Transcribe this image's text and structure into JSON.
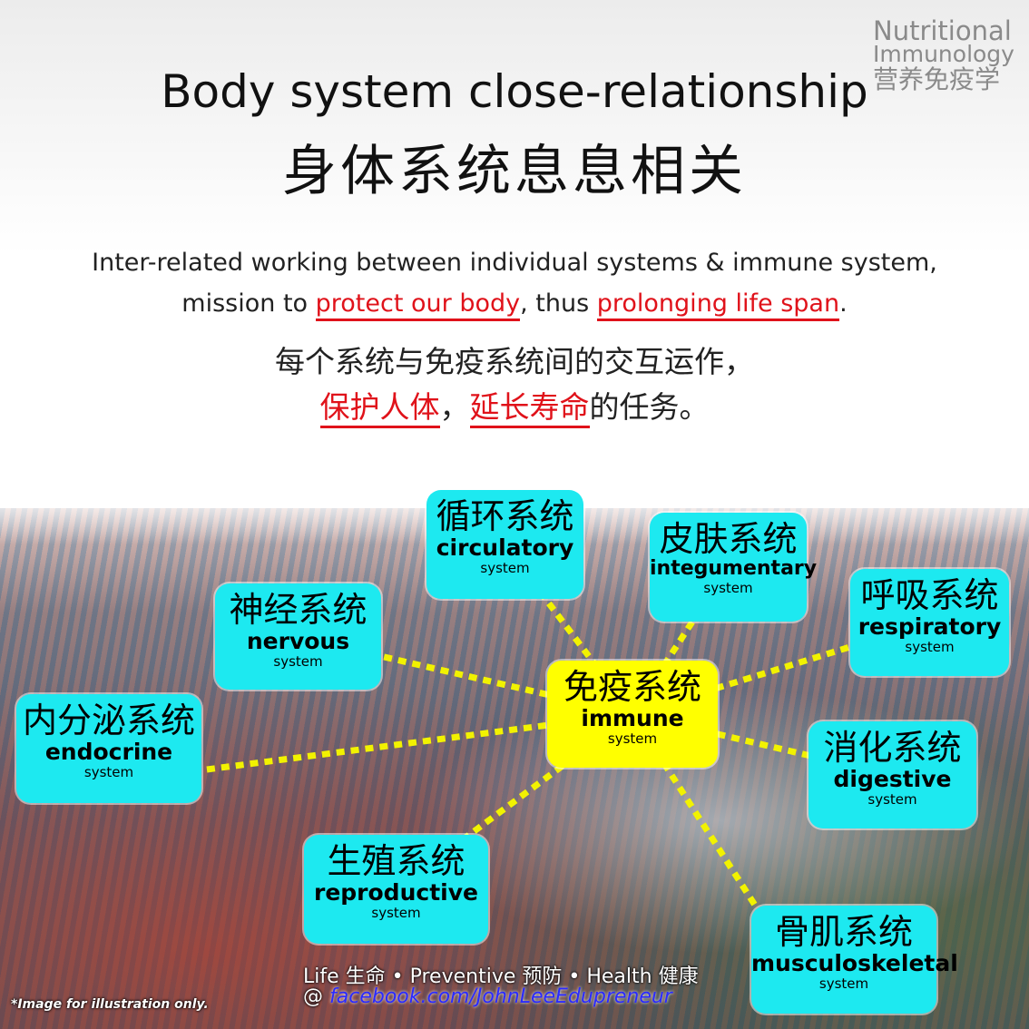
{
  "brand": {
    "line1": "Nutritional",
    "line2": "Immunology",
    "line3": "营养免疫学"
  },
  "title": {
    "en": "Body system close-relationship",
    "zh": "身体系统息息相关"
  },
  "description": {
    "en_line1": "Inter-related working between individual systems & immune system,",
    "en_line2_a": "mission to ",
    "en_line2_red1": "protect our body",
    "en_line2_b": ", thus ",
    "en_line2_red2": "prolonging life span",
    "en_line2_c": ".",
    "zh_line1": "每个系统与免疫系统间的交互运作，",
    "zh_line2_red1": "保护人体",
    "zh_line2_a": "，",
    "zh_line2_red2": "延长寿命",
    "zh_line2_b": "的任务。"
  },
  "systems": {
    "immune": {
      "zh": "免疫系统",
      "en": "immune",
      "sub": "system"
    },
    "circulatory": {
      "zh": "循环系统",
      "en": "circulatory",
      "sub": "system"
    },
    "integumentary": {
      "zh": "皮肤系统",
      "en": "integumentary",
      "sub": "system"
    },
    "respiratory": {
      "zh": "呼吸系统",
      "en": "respiratory",
      "sub": "system"
    },
    "nervous": {
      "zh": "神经系统",
      "en": "nervous",
      "sub": "system"
    },
    "endocrine": {
      "zh": "内分泌系统",
      "en": "endocrine",
      "sub": "system"
    },
    "digestive": {
      "zh": "消化系统",
      "en": "digestive",
      "sub": "system"
    },
    "reproductive": {
      "zh": "生殖系统",
      "en": "reproductive",
      "sub": "system"
    },
    "musculoskeletal": {
      "zh": "骨肌系统",
      "en": "musculoskeletal",
      "sub": "system"
    }
  },
  "colors": {
    "connector": "#f2f200",
    "box": "#1de9f0",
    "immune_box": "#ffff00",
    "highlight": "#e0121a"
  },
  "footer": {
    "tagline": "Life 生命 • Preventive 预防 • Health 健康",
    "at": "@ ",
    "link": "facebook.com/JohnLeeEdupreneur",
    "disclaimer": "*Image for illustration only."
  }
}
